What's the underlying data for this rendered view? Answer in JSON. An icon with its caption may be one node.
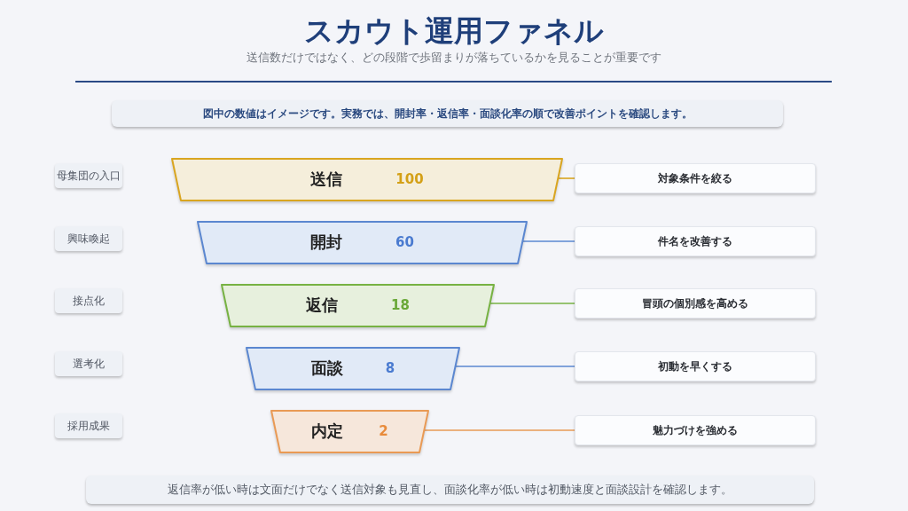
{
  "diagram": {
    "title": "スカウト運用ファネル",
    "nodes": [
      {
        "text": [
          "図中の数値はイメージです。実務では、開封率・返信率・面談化率の順で改善ポイントを確認します。"
        ]
      },
      {
        "text": [
          "母集団の入口"
        ]
      },
      {
        "text": [
          "送信",
          "100"
        ]
      },
      {
        "text": [
          "対象条件を絞る"
        ]
      },
      {
        "text": [
          "興味喚起"
        ]
      },
      {
        "text": [
          "開封",
          "60"
        ]
      },
      {
        "text": [
          "件名を改善する"
        ]
      },
      {
        "text": [
          "接点化"
        ]
      },
      {
        "text": [
          "返信",
          "18"
        ]
      },
      {
        "text": [
          "冒頭の個別感を高める"
        ]
      },
      {
        "text": [
          "選考化"
        ]
      },
      {
        "text": [
          "面談",
          "8"
        ]
      },
      {
        "text": [
          "初動を早くする"
        ]
      },
      {
        "text": [
          "採用成果"
        ]
      },
      {
        "text": [
          "内定",
          "2"
        ]
      },
      {
        "text": [
          "魅力づけを強める"
        ]
      },
      {
        "text": [
          "返信率が低い時は文面だけでなく送信対象も見直し、面談化率が低い時は初動速度と面談設計を確認します。"
        ]
      }
    ],
    "edges": [
      {
        "from": 2,
        "to": 3,
        "arrow": "none",
        "color": "#d9a520"
      },
      {
        "from": 5,
        "to": 6,
        "arrow": "none",
        "color": "#5b87d0"
      },
      {
        "from": 8,
        "to": 9,
        "arrow": "none",
        "color": "#77b243"
      },
      {
        "from": 11,
        "to": 12,
        "arrow": "none",
        "color": "#5b87d0"
      },
      {
        "from": 14,
        "to": 15,
        "arrow": "none",
        "color": "#e99a55"
      }
    ],
    "labels": [
      "送信数だけではなく、どの段階で歩留まりが落ちているかを見ることが重要です"
    ]
  }
}
